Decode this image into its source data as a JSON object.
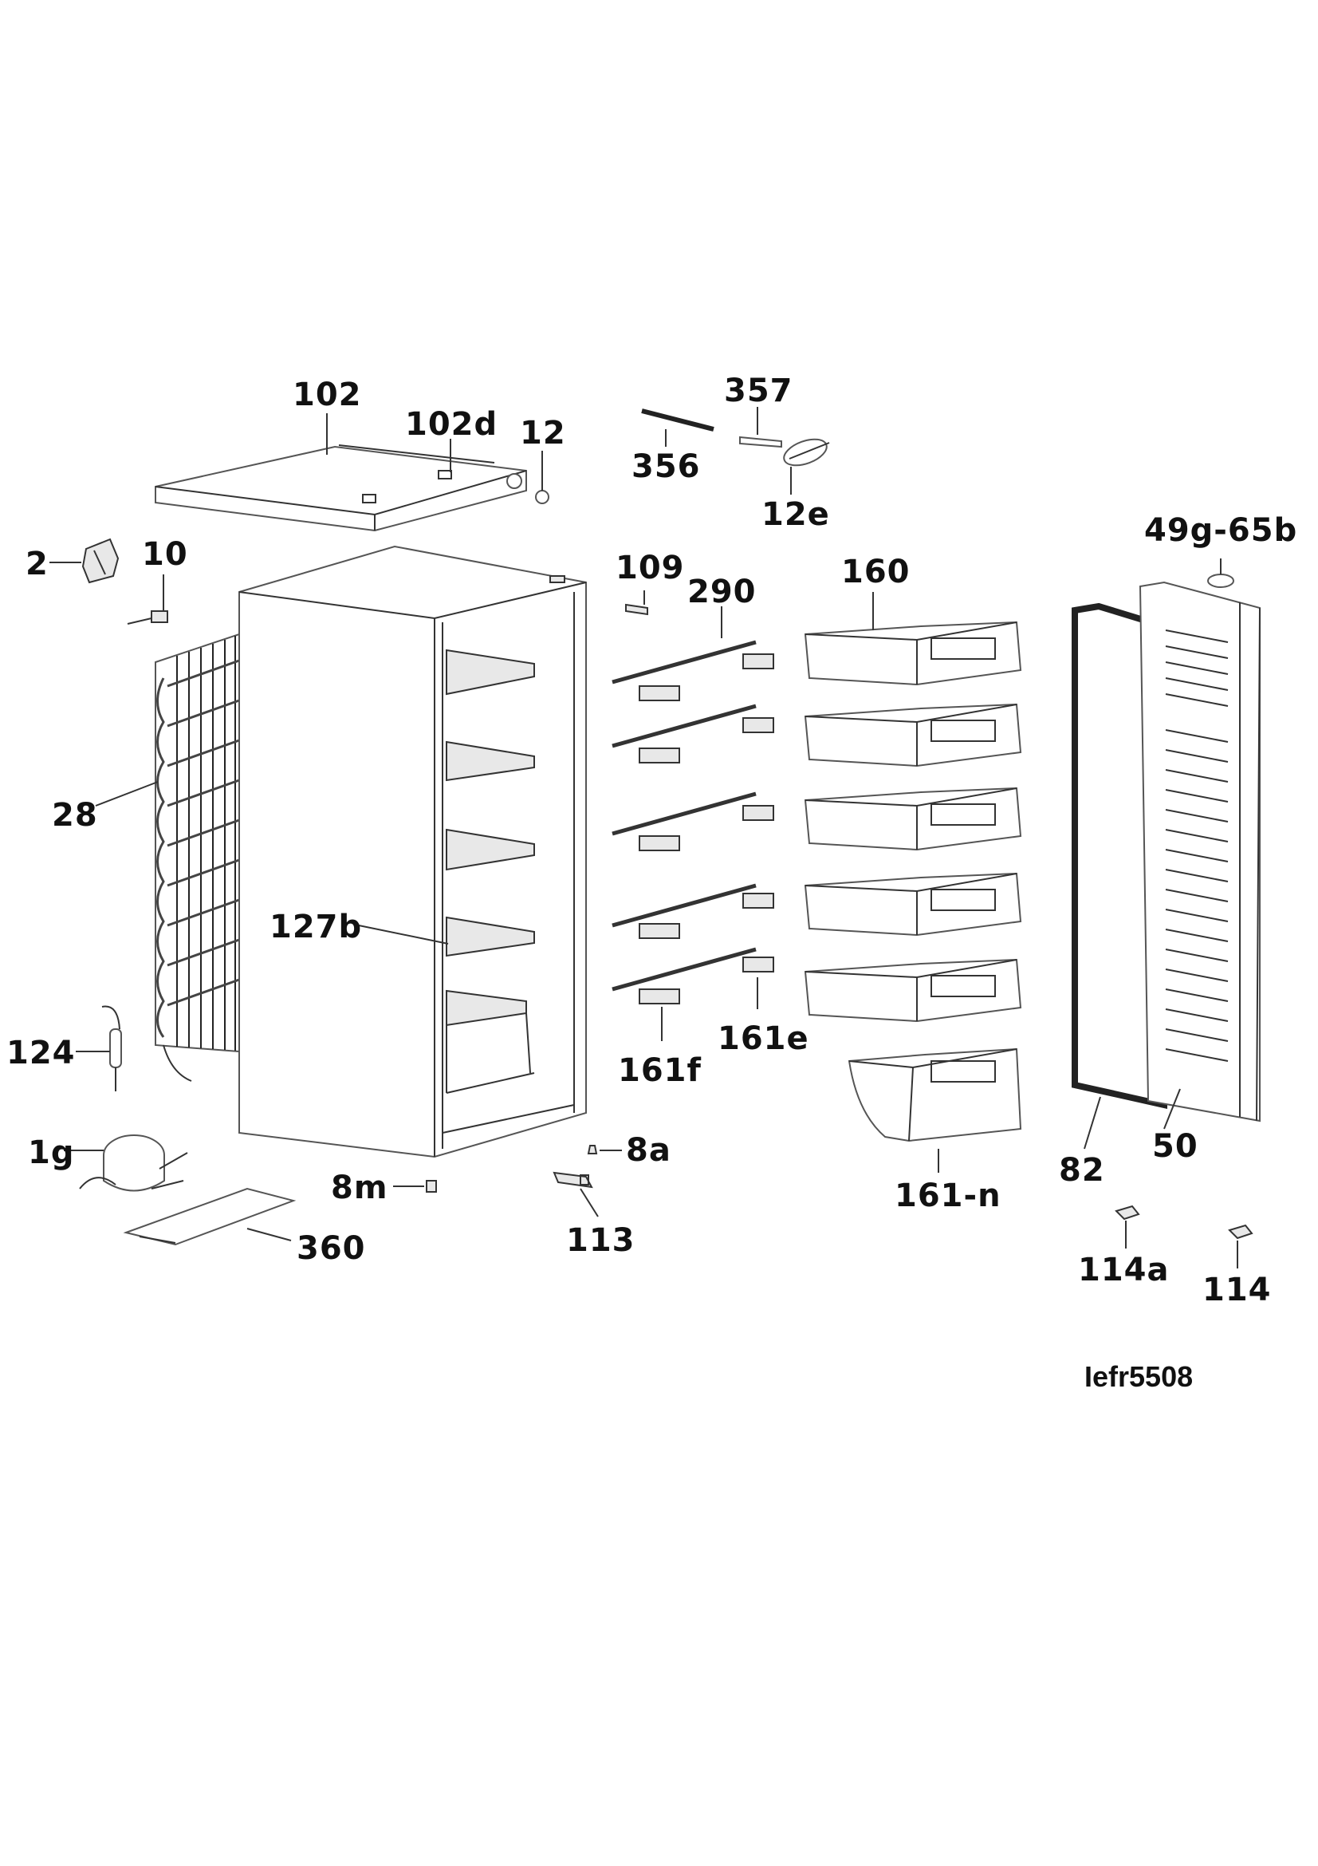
{
  "labels": {
    "l102": "102",
    "l102d": "102d",
    "l12": "12",
    "l357": "357",
    "l356": "356",
    "l12e": "12e",
    "l49g65b": "49g-65b",
    "l2": "2",
    "l10": "10",
    "l109": "109",
    "l290": "290",
    "l160": "160",
    "l28": "28",
    "l127b": "127b",
    "l124": "124",
    "l161f": "161f",
    "l161e": "161e",
    "l82": "82",
    "l50": "50",
    "l1g": "1g",
    "l8a": "8a",
    "l8m": "8m",
    "l161n": "161-n",
    "l360": "360",
    "l113": "113",
    "l114a": "114a",
    "l114": "114"
  },
  "model_code": "Iefr5508"
}
